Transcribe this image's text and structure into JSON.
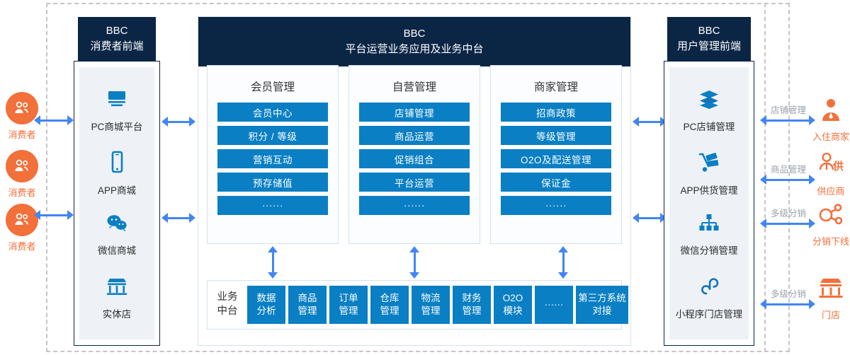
{
  "left_actors": [
    {
      "icon": "consumers-icon",
      "label": "消费者"
    },
    {
      "icon": "consumers-icon",
      "label": "消费者"
    },
    {
      "icon": "consumers-icon",
      "label": "消费者"
    }
  ],
  "left_panel": {
    "header_line1": "BBC",
    "header_line2": "消费者前端",
    "channels": [
      {
        "icon": "pc-monitor-icon",
        "label": "PC商城平台"
      },
      {
        "icon": "mobile-phone-icon",
        "label": "APP商城"
      },
      {
        "icon": "wechat-icon",
        "label": "微信商城"
      },
      {
        "icon": "storefront-icon",
        "label": "实体店"
      }
    ]
  },
  "center_panel": {
    "header_line1": "BBC",
    "header_line2": "平台运营业务应用及业务中台",
    "groups": [
      {
        "title": "会员管理",
        "items": [
          "会员中心",
          "积分 / 等级",
          "营销互动",
          "预存储值",
          "······"
        ]
      },
      {
        "title": "自营管理",
        "items": [
          "店铺管理",
          "商品运营",
          "促销组合",
          "平台运营",
          "······"
        ]
      },
      {
        "title": "商家管理",
        "items": [
          "招商政策",
          "等级管理",
          "O2O及配送管理",
          "保证金",
          "······"
        ]
      }
    ],
    "midbar": {
      "title_line1": "业务",
      "title_line2": "中台",
      "cells": [
        {
          "line1": "数据",
          "line2": "分析"
        },
        {
          "line1": "商品",
          "line2": "管理"
        },
        {
          "line1": "订单",
          "line2": "管理"
        },
        {
          "line1": "仓库",
          "line2": "管理"
        },
        {
          "line1": "物流",
          "line2": "管理"
        },
        {
          "line1": "财务",
          "line2": "管理"
        },
        {
          "line1": "O2O",
          "line2": "模块"
        },
        {
          "line1": "······",
          "line2": ""
        },
        {
          "line1": "第三方系统",
          "line2": "对接"
        }
      ]
    }
  },
  "right_panel": {
    "header_line1": "BBC",
    "header_line2": "用户管理前端",
    "channels": [
      {
        "icon": "layers-icon",
        "label": "PC店铺管理"
      },
      {
        "icon": "handcart-icon",
        "label": "APP供货管理"
      },
      {
        "icon": "org-tree-icon",
        "label": "微信分销管理"
      },
      {
        "icon": "miniprogram-icon",
        "label": "小程序门店管理"
      }
    ]
  },
  "right_actors": [
    {
      "relation": "店铺管理",
      "icon": "merchant-person-icon",
      "label": "入住商家"
    },
    {
      "relation": "商品管理",
      "icon": "supplier-icon",
      "label": "供应商"
    },
    {
      "relation": "多级分销",
      "icon": "network-share-icon",
      "label": "分销下线"
    },
    {
      "relation": "多级分销",
      "icon": "store-icon",
      "label": "门店"
    }
  ],
  "colors": {
    "navy": "#0b2545",
    "blue": "#0a7fc4",
    "arrow_blue": "#4285f4",
    "orange": "#f2703a",
    "panel_bg": "#eef2f6",
    "dashed": "#c9c3c8"
  }
}
